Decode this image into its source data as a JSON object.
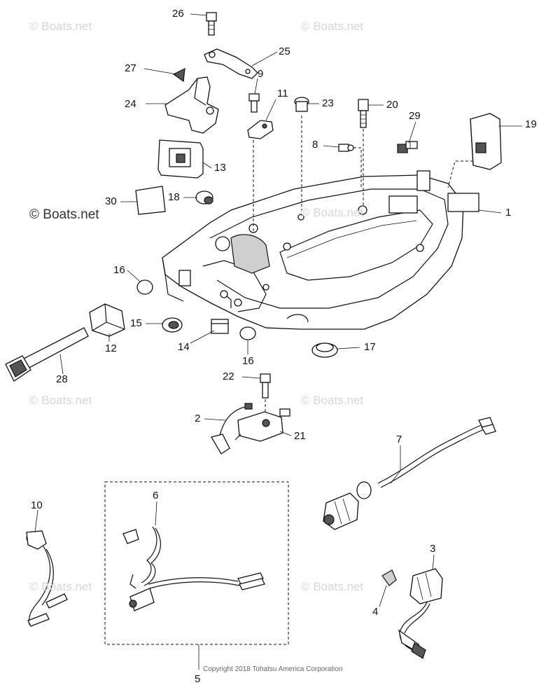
{
  "watermarks": [
    "© Boats.net",
    "© Boats.net",
    "© Boats.net",
    "© Boats.net",
    "© Boats.net",
    "© Boats.net",
    "© Boats.net",
    "© Boats.net"
  ],
  "watermark_main": "© Boats.net",
  "copyright": "Copyright 2018 Tohatsu America Corporation",
  "callouts": {
    "c1": "1",
    "c2": "2",
    "c3": "3",
    "c4": "4",
    "c5": "5",
    "c6": "6",
    "c7": "7",
    "c8": "8",
    "c9": "9",
    "c10": "10",
    "c11": "11",
    "c12": "12",
    "c13": "13",
    "c14": "14",
    "c15": "15",
    "c16a": "16",
    "c16b": "16",
    "c17": "17",
    "c18": "18",
    "c19": "19",
    "c20": "20",
    "c21": "21",
    "c22": "22",
    "c23": "23",
    "c24": "24",
    "c25": "25",
    "c26": "26",
    "c27": "27",
    "c28": "28",
    "c29": "29",
    "c30": "30"
  }
}
